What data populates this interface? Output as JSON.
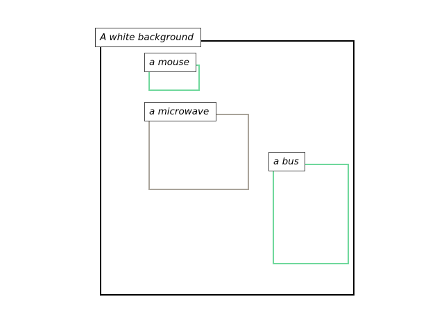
{
  "regions": {
    "background": {
      "label": "A white background",
      "color": "#000000"
    },
    "mouse": {
      "label": "a mouse",
      "color": "#6fd89c"
    },
    "microwave": {
      "label": "a microwave",
      "color": "#a9a39a"
    },
    "bus": {
      "label": "a bus",
      "color": "#6fd89c"
    }
  }
}
